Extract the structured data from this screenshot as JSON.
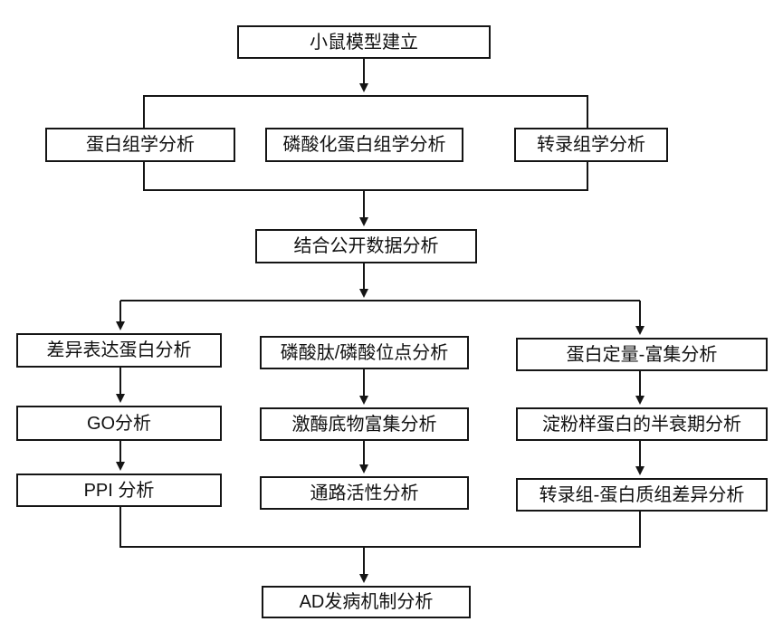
{
  "diagram": {
    "title": "AD mouse multi-omics analysis workflow flowchart",
    "colors": {
      "stroke": "#151515",
      "background": "#ffffff",
      "box_fill": "#ffffff",
      "text": "#111111"
    },
    "nodes": {
      "mouse_model": {
        "label": "小鼠模型建立"
      },
      "proteomics": {
        "label": "蛋白组学分析"
      },
      "phosphoproteomics": {
        "label": "磷酸化蛋白组学分析"
      },
      "transcriptomics": {
        "label": "转录组学分析"
      },
      "public_data": {
        "label": "结合公开数据分析"
      },
      "dep_analysis": {
        "label": "差异表达蛋白分析"
      },
      "go_analysis": {
        "label": "GO分析"
      },
      "ppi_analysis": {
        "label": "PPI 分析"
      },
      "phosphopeptide": {
        "label": "磷酸肽/磷酸位点分析"
      },
      "kinase_substrate": {
        "label": "激酶底物富集分析"
      },
      "pathway_activity": {
        "label": "通路活性分析"
      },
      "protein_quant": {
        "label": "蛋白定量-富集分析"
      },
      "amyloid_halflife": {
        "label": "淀粉样蛋白的半衰期分析"
      },
      "transcriptome_proteome_diff": {
        "label": "转录组-蛋白质组差异分析"
      },
      "ad_mechanism": {
        "label": "AD发病机制分析"
      }
    },
    "edges": [
      "小鼠模型建立 -> 组学分析容器(蛋白组学/磷酸化蛋白组学/转录组学)",
      "组学分析容器 -> 结合公开数据分析",
      "结合公开数据分析 -> 分支线",
      "分支线 -> 差异表达蛋白分析",
      "分支线 -> 蛋白定量-富集分析",
      "差异表达蛋白分析 -> GO分析",
      "GO分析 -> PPI 分析",
      "磷酸肽/磷酸位点分析 -> 激酶底物富集分析",
      "激酶底物富集分析 -> 通路活性分析",
      "蛋白定量-富集分析 -> 淀粉样蛋白的半衰期分析",
      "淀粉样蛋白的半衰期分析 -> 转录组-蛋白质组差异分析",
      "PPI 分析 + 转录组-蛋白质组差异分析 -> 汇合线 -> AD发病机制分析"
    ]
  }
}
